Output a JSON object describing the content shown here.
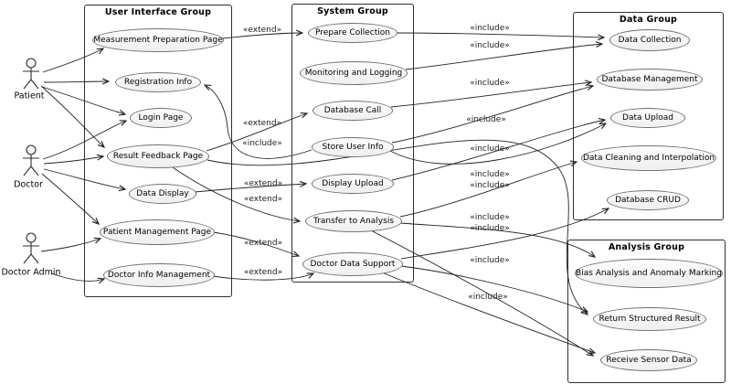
{
  "diagram": {
    "kind": "uml-use-case-diagram",
    "actors": [
      {
        "id": "patient",
        "label": "Patient"
      },
      {
        "id": "doctor",
        "label": "Doctor"
      },
      {
        "id": "doctor-admin",
        "label": "Doctor Admin"
      }
    ],
    "groups": [
      {
        "id": "ui",
        "title": "User Interface Group",
        "usecases": [
          {
            "id": "measurement-preparation-page",
            "label": "Measurement Preparation Page"
          },
          {
            "id": "registration-info",
            "label": "Registration Info"
          },
          {
            "id": "login-page",
            "label": "Login Page"
          },
          {
            "id": "result-feedback-page",
            "label": "Result Feedback Page"
          },
          {
            "id": "data-display",
            "label": "Data Display"
          },
          {
            "id": "patient-management-page",
            "label": "Patient Management Page"
          },
          {
            "id": "doctor-info-management",
            "label": "Doctor Info Management"
          }
        ]
      },
      {
        "id": "system",
        "title": "System Group",
        "usecases": [
          {
            "id": "prepare-collection",
            "label": "Prepare Collection"
          },
          {
            "id": "monitoring-and-logging",
            "label": "Monitoring and Logging"
          },
          {
            "id": "database-call",
            "label": "Database Call"
          },
          {
            "id": "store-user-info",
            "label": "Store User Info"
          },
          {
            "id": "display-upload",
            "label": "Display Upload"
          },
          {
            "id": "transfer-to-analysis",
            "label": "Transfer to Analysis"
          },
          {
            "id": "doctor-data-support",
            "label": "Doctor Data Support"
          }
        ]
      },
      {
        "id": "data",
        "title": "Data Group",
        "usecases": [
          {
            "id": "data-collection",
            "label": "Data Collection"
          },
          {
            "id": "database-management",
            "label": "Database Management"
          },
          {
            "id": "data-upload",
            "label": "Data Upload"
          },
          {
            "id": "data-cleaning-and-interpolation",
            "label": "Data Cleaning and Interpolation"
          },
          {
            "id": "database-crud",
            "label": "Database CRUD"
          }
        ]
      },
      {
        "id": "analysis",
        "title": "Analysis Group",
        "usecases": [
          {
            "id": "bias-analysis-and-anomaly-marking",
            "label": "Bias Analysis and Anomaly Marking"
          },
          {
            "id": "return-structured-result",
            "label": "Return Structured Result"
          },
          {
            "id": "receive-sensor-data",
            "label": "Receive Sensor Data"
          }
        ]
      }
    ],
    "edges": [
      {
        "from": "patient",
        "to": "measurement-preparation-page",
        "label": ""
      },
      {
        "from": "patient",
        "to": "registration-info",
        "label": ""
      },
      {
        "from": "patient",
        "to": "login-page",
        "label": ""
      },
      {
        "from": "patient",
        "to": "result-feedback-page",
        "label": ""
      },
      {
        "from": "doctor",
        "to": "login-page",
        "label": ""
      },
      {
        "from": "doctor",
        "to": "result-feedback-page",
        "label": ""
      },
      {
        "from": "doctor",
        "to": "data-display",
        "label": ""
      },
      {
        "from": "doctor",
        "to": "patient-management-page",
        "label": ""
      },
      {
        "from": "doctor-admin",
        "to": "patient-management-page",
        "label": ""
      },
      {
        "from": "doctor-admin",
        "to": "doctor-info-management",
        "label": ""
      },
      {
        "from": "measurement-preparation-page",
        "to": "prepare-collection",
        "label": "«extend»"
      },
      {
        "from": "result-feedback-page",
        "to": "database-call",
        "label": "«extend»"
      },
      {
        "from": "store-user-info",
        "to": "registration-info",
        "label": "«include»"
      },
      {
        "from": "data-display",
        "to": "display-upload",
        "label": "«extend»"
      },
      {
        "from": "result-feedback-page",
        "to": "transfer-to-analysis",
        "label": "«extend»"
      },
      {
        "from": "patient-management-page",
        "to": "doctor-data-support",
        "label": "«extend»"
      },
      {
        "from": "doctor-info-management",
        "to": "doctor-data-support",
        "label": "«extend»"
      },
      {
        "from": "prepare-collection",
        "to": "data-collection",
        "label": "«include»"
      },
      {
        "from": "monitoring-and-logging",
        "to": "data-collection",
        "label": "«include»"
      },
      {
        "from": "database-call",
        "to": "database-management",
        "label": "«include»"
      },
      {
        "from": "store-user-info",
        "to": "database-management",
        "label": "«include»"
      },
      {
        "from": "display-upload",
        "to": "data-upload",
        "label": "«include»"
      },
      {
        "from": "store-user-info",
        "to": "data-upload",
        "label": "«include»"
      },
      {
        "from": "transfer-to-analysis",
        "to": "data-cleaning-and-interpolation",
        "label": "«include»"
      },
      {
        "from": "transfer-to-analysis",
        "to": "bias-analysis-and-anomaly-marking",
        "label": "«include»"
      },
      {
        "from": "doctor-data-support",
        "to": "database-crud",
        "label": "«include»"
      },
      {
        "from": "doctor-data-support",
        "to": "return-structured-result",
        "label": "«include»"
      },
      {
        "from": "doctor-data-support",
        "to": "receive-sensor-data",
        "label": "«include»"
      },
      {
        "from": "transfer-to-analysis",
        "to": "receive-sensor-data",
        "label": ""
      },
      {
        "from": "result-feedback-page",
        "to": "return-structured-result",
        "label": ""
      }
    ]
  }
}
